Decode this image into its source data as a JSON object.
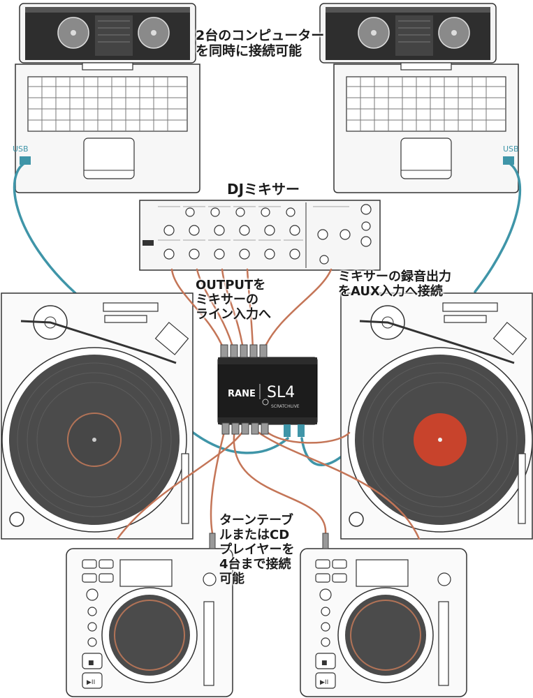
{
  "labels": {
    "usb_left": "USB",
    "usb_right": "USB",
    "computers": [
      "2台のコンピューター",
      "を同時に接続可能"
    ],
    "mixer_title": "DJミキサー",
    "output": [
      "OUTPUTを",
      "ミキサーの",
      "ライン入力へ"
    ],
    "record": [
      "ミキサーの録音出力",
      "をAUX入力へ接続"
    ],
    "turntables": [
      "ターンテーブ",
      "ルまたはCD",
      "プレイヤーを",
      "4台まで接続",
      "可能"
    ]
  },
  "device": {
    "brand": "RANE",
    "model": "SL4",
    "partner": "SCRATCHLIVE"
  },
  "colors": {
    "usb_cable": "#3f95a8",
    "audio_cable": "#c47557",
    "record_left": "#b27357",
    "record_right": "#c8432c",
    "device_body": "#1c1c1c"
  }
}
